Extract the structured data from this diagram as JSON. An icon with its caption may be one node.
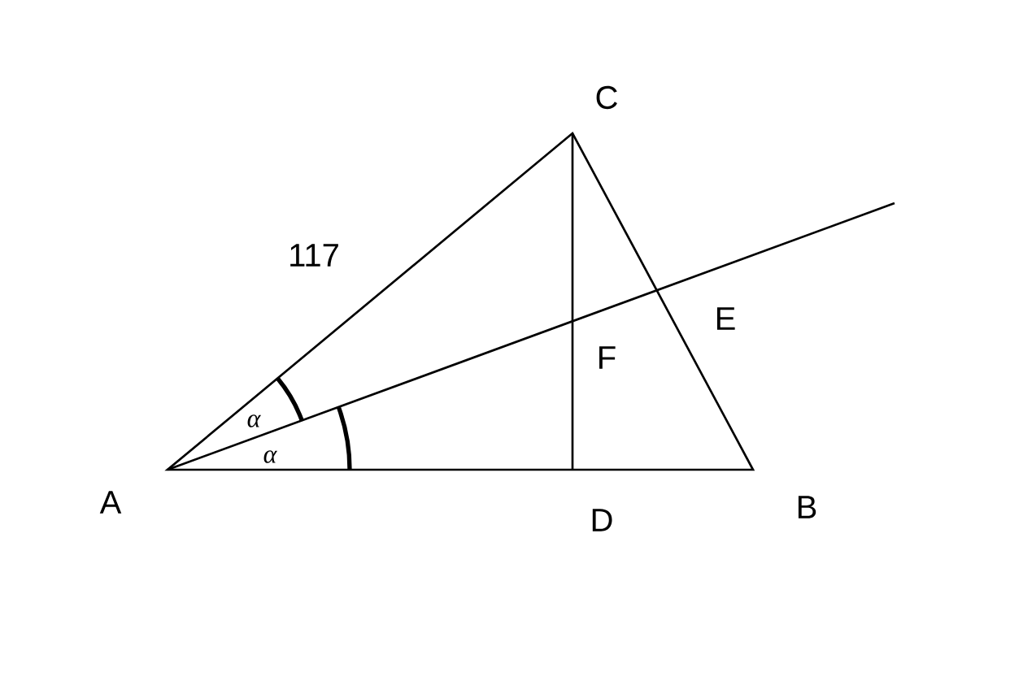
{
  "diagram": {
    "labels": [
      "C",
      "117",
      "E",
      "F",
      "α",
      "α",
      "A",
      "D",
      "B"
    ]
  }
}
